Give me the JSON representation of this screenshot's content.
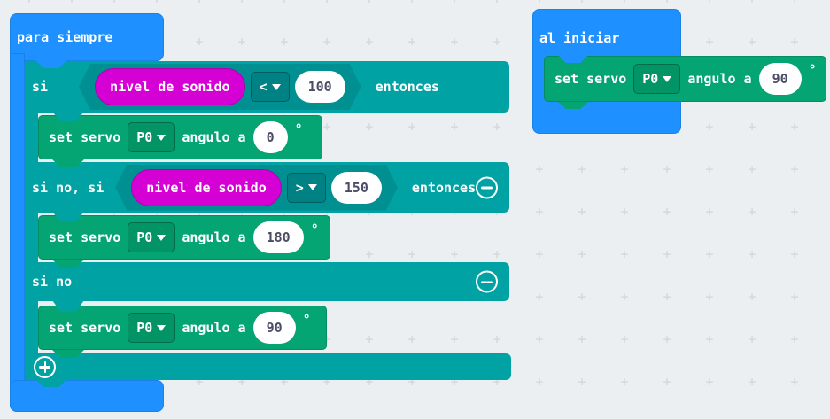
{
  "workspace": {
    "background_color": "#eceff1",
    "cross_glyph": "+",
    "colors": {
      "event_blue": "#1e90ff",
      "logic_teal": "#00a2a4",
      "servo_green": "#04a572",
      "input_magenta": "#d400d4",
      "field_text": "#4d4c66"
    }
  },
  "forever": {
    "label": "para siempre",
    "if_block": {
      "row1": {
        "keyword": "si",
        "variable": "nivel de sonido",
        "operator": "<",
        "value": "100",
        "then": "entonces"
      },
      "row2": {
        "keyword": "si no, si",
        "variable": "nivel de sonido",
        "operator": ">",
        "value": "150",
        "then": "entonces"
      },
      "row3": {
        "keyword": "si no"
      },
      "servo1": {
        "set": "set servo",
        "port": "P0",
        "angle_label": "angulo a",
        "value": "0",
        "unit": "°"
      },
      "servo2": {
        "set": "set servo",
        "port": "P0",
        "angle_label": "angulo a",
        "value": "180",
        "unit": "°"
      },
      "servo3": {
        "set": "set servo",
        "port": "P0",
        "angle_label": "angulo a",
        "value": "90",
        "unit": "°"
      }
    }
  },
  "on_start": {
    "label": "al iniciar",
    "servo": {
      "set": "set servo",
      "port": "P0",
      "angle_label": "angulo a",
      "value": "90",
      "unit": "°"
    }
  }
}
